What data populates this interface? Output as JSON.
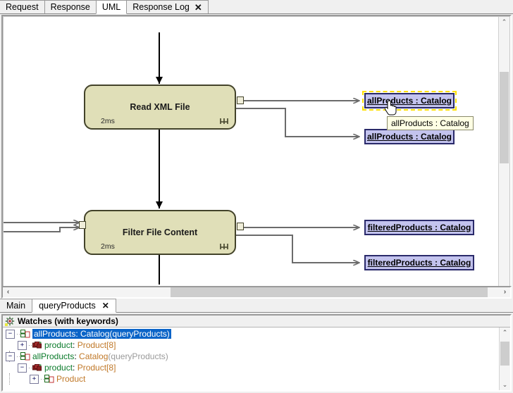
{
  "top_tabs": [
    {
      "label": "Request",
      "active": false,
      "closable": false
    },
    {
      "label": "Response",
      "active": false,
      "closable": false
    },
    {
      "label": "UML",
      "active": true,
      "closable": false
    },
    {
      "label": "Response Log",
      "active": false,
      "closable": true,
      "close_glyph": "✕"
    }
  ],
  "diagram": {
    "nodes": [
      {
        "title": "Read XML File",
        "duration": "2ms"
      },
      {
        "title": "Filter File Content",
        "duration": "2ms"
      }
    ],
    "objects": [
      {
        "label": "allProducts : Catalog",
        "selected": true
      },
      {
        "label": "allProducts : Catalog",
        "selected": false
      },
      {
        "label": "filteredProducts : Catalog",
        "selected": false
      },
      {
        "label": "filteredProducts : Catalog",
        "selected": false
      }
    ],
    "tooltip": {
      "text": "allProducts : Catalog"
    },
    "scroll": {
      "vertical_arrow_up": "⌃",
      "vertical_arrow_down": "⌄",
      "horizontal_arrow_left": "‹",
      "horizontal_arrow_right": "›"
    }
  },
  "bottom_tabs": [
    {
      "label": "Main",
      "active": false,
      "closable": false
    },
    {
      "label": "queryProducts",
      "active": true,
      "closable": true,
      "close_glyph": "✕"
    }
  ],
  "watches": {
    "title": "Watches (with keywords)",
    "icon": "watches-icon",
    "rows": [
      {
        "depth": 0,
        "expander": "−",
        "name": "allProducts",
        "sep": ": ",
        "type": "Catalog",
        "paren": "(queryProducts)",
        "selected": true,
        "icon": "class-node-icon"
      },
      {
        "depth": 1,
        "expander": "+",
        "name": "product",
        "sep": ": ",
        "type": "Product[8]",
        "paren": "",
        "selected": false,
        "icon": "collection-icon"
      },
      {
        "depth": 0,
        "expander": "−",
        "name": "allProducts",
        "sep": ": ",
        "type": "Catalog",
        "paren": "(queryProducts)",
        "selected": false,
        "icon": "class-node-icon"
      },
      {
        "depth": 1,
        "expander": "−",
        "name": "product",
        "sep": ": ",
        "type": "Product[8]",
        "paren": "",
        "selected": false,
        "icon": "collection-icon"
      },
      {
        "depth": 2,
        "expander": "+",
        "name": "",
        "sep": "",
        "type": "Product",
        "paren": "",
        "selected": false,
        "icon": "class-node-icon"
      }
    ],
    "scroll": {
      "arrow_up": "⌃",
      "arrow_down": "⌄"
    }
  },
  "colors": {
    "node_fill": "#e0dfb8",
    "node_border": "#43432a",
    "object_fill": "#c3c3ee",
    "object_border": "#2a2a6a",
    "selection_outline": "#ffe000",
    "tree_selection": "#0a64c8",
    "tooltip_bg": "#ffffe4",
    "tree_name": "#0a7a2a",
    "tree_type": "#c07828"
  }
}
